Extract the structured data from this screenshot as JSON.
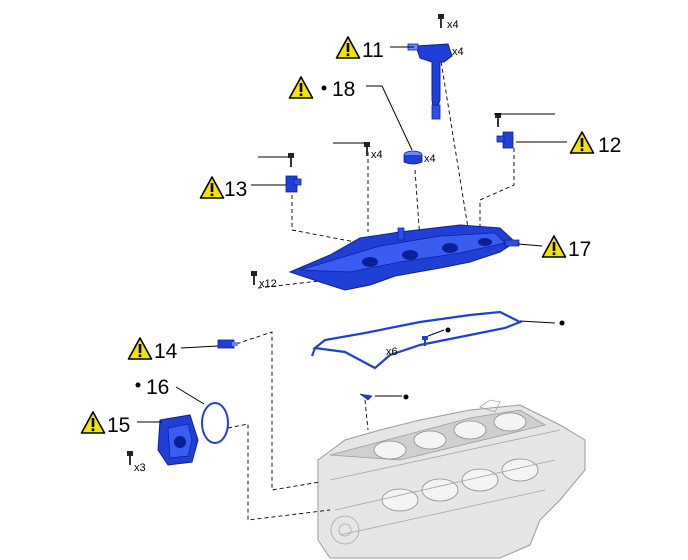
{
  "colors": {
    "part_blue": "#1f3fd6",
    "part_blue_dark": "#0c1f99",
    "part_blue_light": "#6b88ff",
    "warning_yellow": "#f2e400",
    "engine_gray": "#d8d8d8",
    "engine_line": "#9a9a9a",
    "leader": "#000000"
  },
  "icons": {
    "warning": "warning-triangle-icon",
    "bullet": "bullet-dot-icon"
  },
  "callouts": {
    "c11": {
      "number": "11",
      "caution": true,
      "new_part": false
    },
    "c18": {
      "number": "18",
      "caution": true,
      "new_part": true
    },
    "c12": {
      "number": "12",
      "caution": true,
      "new_part": false
    },
    "c13": {
      "number": "13",
      "caution": true,
      "new_part": false
    },
    "c17": {
      "number": "17",
      "caution": true,
      "new_part": false
    },
    "c14": {
      "number": "14",
      "caution": true,
      "new_part": false
    },
    "c16": {
      "number": "16",
      "caution": false,
      "new_part": true
    },
    "c15": {
      "number": "15",
      "caution": true,
      "new_part": false
    }
  },
  "quantities": {
    "coil_bolt": "x4",
    "coil": "x4",
    "plug_tube_bolt": "x4",
    "plug_tube_gasket": "x4",
    "cover_bolt": "x12",
    "gasket_bolt": "x6",
    "pump_bolt": "x3"
  }
}
